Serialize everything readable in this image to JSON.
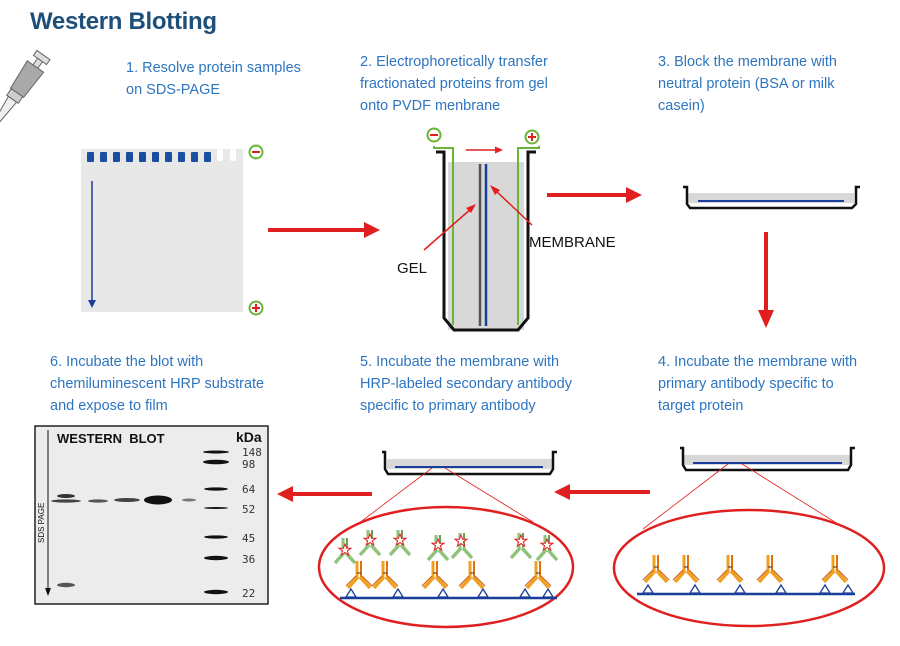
{
  "title": "Western Blotting",
  "steps": [
    {
      "number": 1,
      "lines": [
        "1. Resolve protein samples",
        "on SDS-PAGE"
      ]
    },
    {
      "number": 2,
      "lines": [
        "2. Electrophoretically transfer",
        "fractionated proteins from gel",
        "onto PVDF menbrane"
      ]
    },
    {
      "number": 3,
      "lines": [
        "3. Block the membrane with",
        "neutral protein (BSA or milk",
        "casein)"
      ]
    },
    {
      "number": 4,
      "lines": [
        "4. Incubate the membrane with",
        "primary antibody specific to",
        "target protein"
      ]
    },
    {
      "number": 5,
      "lines": [
        "5. Incubate the membrane with",
        "HRP-labeled secondary antibody",
        "specific to primary antibody"
      ]
    },
    {
      "number": 6,
      "lines": [
        "6. Incubate the blot with",
        "chemiluminescent HRP substrate",
        "and expose to film"
      ]
    }
  ],
  "transfer_labels": {
    "gel": "GEL",
    "membrane": "MEMBRANE"
  },
  "electrodes": {
    "negative": "−",
    "positive": "+"
  },
  "blot": {
    "title": "WESTERN  BLOT",
    "unit": "kDa",
    "axis_label": "SDS PAGE",
    "markers": [
      "148",
      "98",
      "64",
      "52",
      "45",
      "36",
      "22"
    ]
  },
  "colors": {
    "title": "#1e4f7a",
    "step_text": "#2e75c0",
    "arrow": "#e02020",
    "membrane": "#1a3f9a",
    "electrode": "#6ab536",
    "antibody_primary": "#f0a020",
    "antibody_secondary": "#8fc27a"
  }
}
